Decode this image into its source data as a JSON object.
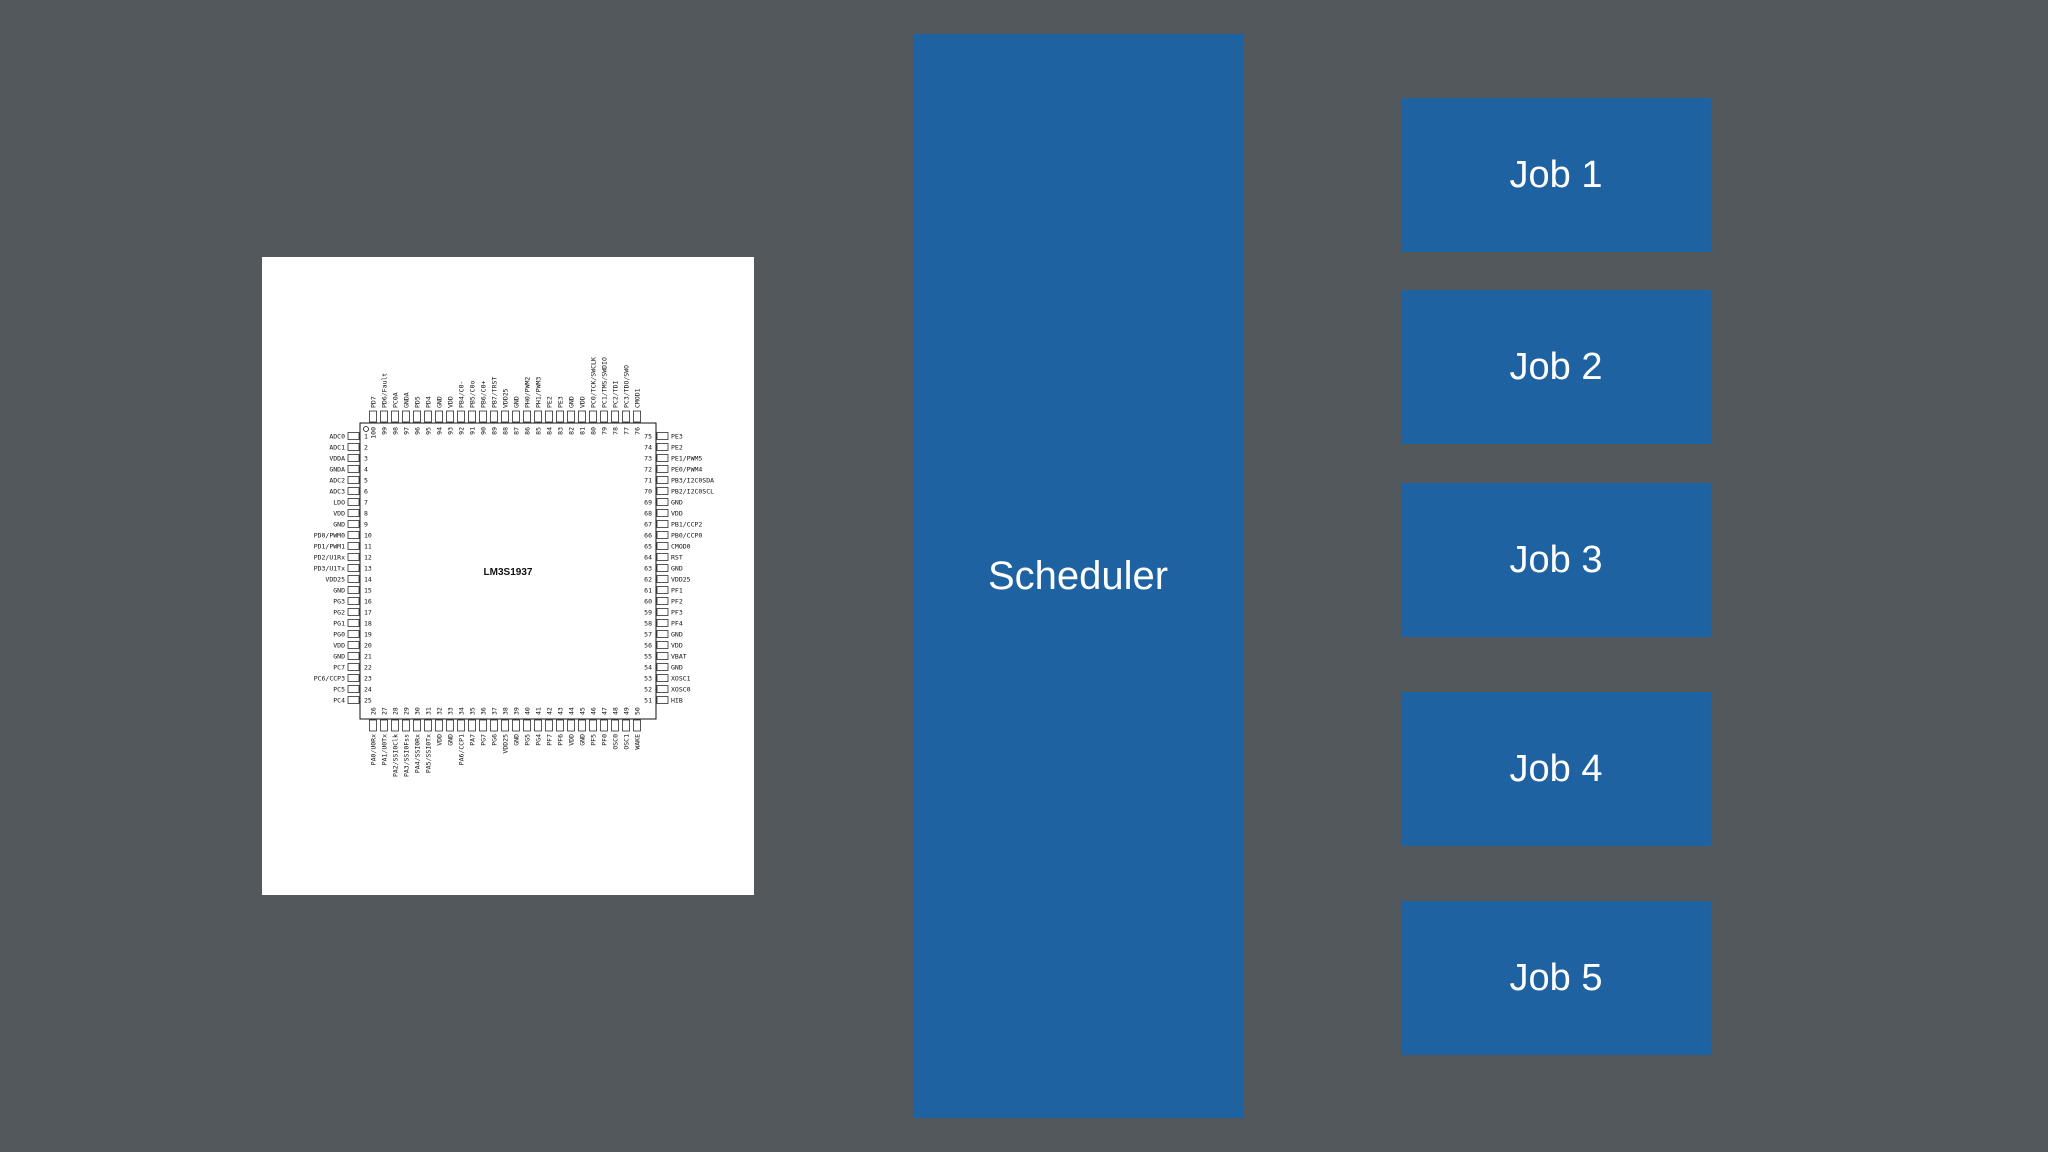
{
  "chip": {
    "name": "LM3S1937",
    "left_pins": [
      {
        "num": "1",
        "label": "ADC0"
      },
      {
        "num": "2",
        "label": "ADC1"
      },
      {
        "num": "3",
        "label": "VDDA"
      },
      {
        "num": "4",
        "label": "GNDA"
      },
      {
        "num": "5",
        "label": "ADC2"
      },
      {
        "num": "6",
        "label": "ADC3"
      },
      {
        "num": "7",
        "label": "LDO"
      },
      {
        "num": "8",
        "label": "VDD"
      },
      {
        "num": "9",
        "label": "GND"
      },
      {
        "num": "10",
        "label": "PD0/PWM0"
      },
      {
        "num": "11",
        "label": "PD1/PWM1"
      },
      {
        "num": "12",
        "label": "PD2/U1Rx"
      },
      {
        "num": "13",
        "label": "PD3/U1Tx"
      },
      {
        "num": "14",
        "label": "VDD25"
      },
      {
        "num": "15",
        "label": "GND"
      },
      {
        "num": "16",
        "label": "PG3"
      },
      {
        "num": "17",
        "label": "PG2"
      },
      {
        "num": "18",
        "label": "PG1"
      },
      {
        "num": "19",
        "label": "PG0"
      },
      {
        "num": "20",
        "label": "VDD"
      },
      {
        "num": "21",
        "label": "GND"
      },
      {
        "num": "22",
        "label": "PC7"
      },
      {
        "num": "23",
        "label": "PC6/CCP3"
      },
      {
        "num": "24",
        "label": "PC5"
      },
      {
        "num": "25",
        "label": "PC4"
      }
    ],
    "right_pins": [
      {
        "num": "75",
        "label": "PE3"
      },
      {
        "num": "74",
        "label": "PE2"
      },
      {
        "num": "73",
        "label": "PE1/PWM5"
      },
      {
        "num": "72",
        "label": "PE0/PWM4"
      },
      {
        "num": "71",
        "label": "PB3/I2C0SDA"
      },
      {
        "num": "70",
        "label": "PB2/I2C0SCL"
      },
      {
        "num": "69",
        "label": "GND"
      },
      {
        "num": "68",
        "label": "VDD"
      },
      {
        "num": "67",
        "label": "PB1/CCP2"
      },
      {
        "num": "66",
        "label": "PB0/CCP0"
      },
      {
        "num": "65",
        "label": "CMOD0"
      },
      {
        "num": "64",
        "label": "RST"
      },
      {
        "num": "63",
        "label": "GND"
      },
      {
        "num": "62",
        "label": "VDD25"
      },
      {
        "num": "61",
        "label": "PF1"
      },
      {
        "num": "60",
        "label": "PF2"
      },
      {
        "num": "59",
        "label": "PF3"
      },
      {
        "num": "58",
        "label": "PF4"
      },
      {
        "num": "57",
        "label": "GND"
      },
      {
        "num": "56",
        "label": "VDD"
      },
      {
        "num": "55",
        "label": "VBAT"
      },
      {
        "num": "54",
        "label": "GND"
      },
      {
        "num": "53",
        "label": "XOSC1"
      },
      {
        "num": "52",
        "label": "XOSC0"
      },
      {
        "num": "51",
        "label": "HIB"
      }
    ],
    "top_pins": [
      {
        "num": "100",
        "label": "PD7"
      },
      {
        "num": "99",
        "label": "PD6/Fault"
      },
      {
        "num": "98",
        "label": "PC0A"
      },
      {
        "num": "97",
        "label": "GNDA"
      },
      {
        "num": "96",
        "label": "PD5"
      },
      {
        "num": "95",
        "label": "PD4"
      },
      {
        "num": "94",
        "label": "GND"
      },
      {
        "num": "93",
        "label": "VDD"
      },
      {
        "num": "92",
        "label": "PB4/C0-"
      },
      {
        "num": "91",
        "label": "PB5/C0o"
      },
      {
        "num": "90",
        "label": "PB6/C0+"
      },
      {
        "num": "89",
        "label": "PB7/TRST"
      },
      {
        "num": "88",
        "label": "VDD25"
      },
      {
        "num": "87",
        "label": "GND"
      },
      {
        "num": "86",
        "label": "PH0/PWM2"
      },
      {
        "num": "85",
        "label": "PH1/PWM3"
      },
      {
        "num": "84",
        "label": "PE2"
      },
      {
        "num": "83",
        "label": "PE3"
      },
      {
        "num": "82",
        "label": "GND"
      },
      {
        "num": "81",
        "label": "VDD"
      },
      {
        "num": "80",
        "label": "PC0/TCK/SWCLK"
      },
      {
        "num": "79",
        "label": "PC1/TMS/SWDIO"
      },
      {
        "num": "78",
        "label": "PC2/TDI"
      },
      {
        "num": "77",
        "label": "PC3/TDO/SWO"
      },
      {
        "num": "76",
        "label": "CMOD1"
      }
    ],
    "bottom_pins": [
      {
        "num": "26",
        "label": "PA0/U0Rx"
      },
      {
        "num": "27",
        "label": "PA1/U0Tx"
      },
      {
        "num": "28",
        "label": "PA2/SSI0Clk"
      },
      {
        "num": "29",
        "label": "PA3/SSI0Fss"
      },
      {
        "num": "30",
        "label": "PA4/SSI0Rx"
      },
      {
        "num": "31",
        "label": "PA5/SSI0Tx"
      },
      {
        "num": "32",
        "label": "VDD"
      },
      {
        "num": "33",
        "label": "GND"
      },
      {
        "num": "34",
        "label": "PA6/CCP1"
      },
      {
        "num": "35",
        "label": "PA7"
      },
      {
        "num": "36",
        "label": "PG7"
      },
      {
        "num": "37",
        "label": "PG6"
      },
      {
        "num": "38",
        "label": "VDD25"
      },
      {
        "num": "39",
        "label": "GND"
      },
      {
        "num": "40",
        "label": "PG5"
      },
      {
        "num": "41",
        "label": "PG4"
      },
      {
        "num": "42",
        "label": "PF7"
      },
      {
        "num": "43",
        "label": "PF6"
      },
      {
        "num": "44",
        "label": "VDD"
      },
      {
        "num": "45",
        "label": "GND"
      },
      {
        "num": "46",
        "label": "PF5"
      },
      {
        "num": "47",
        "label": "PF0"
      },
      {
        "num": "48",
        "label": "OSC0"
      },
      {
        "num": "49",
        "label": "OSC1"
      },
      {
        "num": "50",
        "label": "WAKE"
      }
    ]
  },
  "scheduler": {
    "label": "Scheduler"
  },
  "jobs": [
    {
      "label": "Job 1"
    },
    {
      "label": "Job 2"
    },
    {
      "label": "Job 3"
    },
    {
      "label": "Job 4"
    },
    {
      "label": "Job 5"
    }
  ],
  "colors": {
    "background": "#53585d",
    "block_fill": "#1f62a1",
    "block_text": "#ffffff",
    "card": "#ffffff"
  }
}
